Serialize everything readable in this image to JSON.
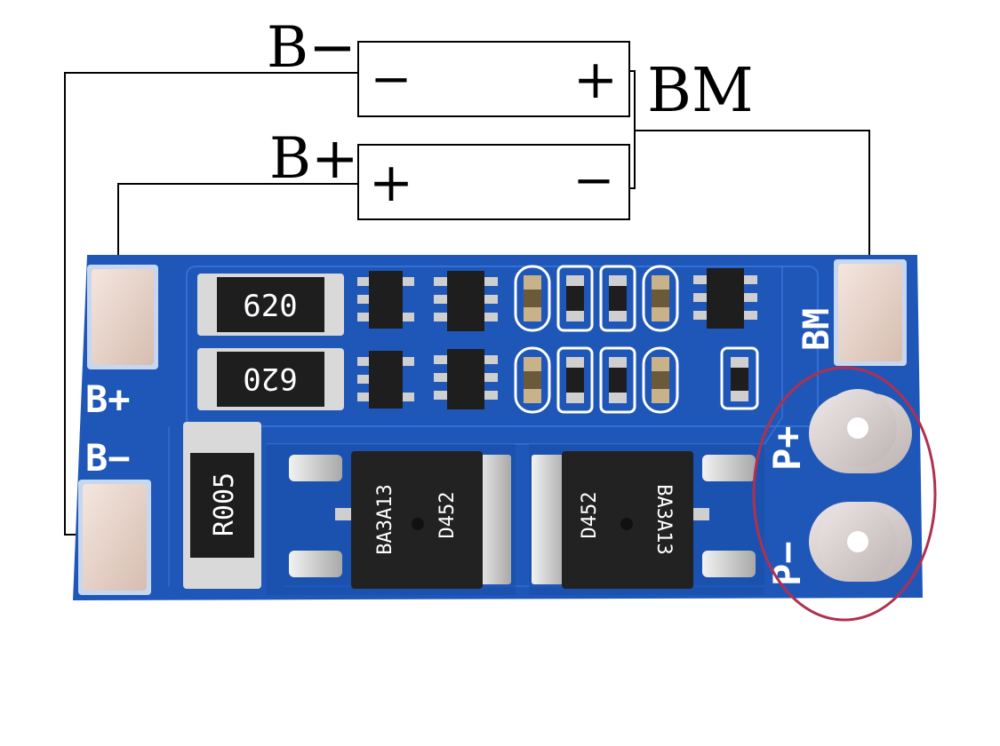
{
  "diagram": {
    "labels": {
      "b_minus": "B−",
      "b_plus": "B+",
      "bm": "BM"
    },
    "cells": [
      {
        "id": "top-cell",
        "left_sign": "−",
        "right_sign": "+"
      },
      {
        "id": "bottom-cell",
        "left_sign": "+",
        "right_sign": "−"
      }
    ]
  },
  "board": {
    "silkscreen": {
      "b_plus": "B+",
      "b_minus": "B−",
      "bm": "BM",
      "p_plus": "P+",
      "p_minus": "P−"
    },
    "resistors": {
      "r1": "620",
      "r2": "620",
      "shunt": "R005"
    },
    "mosfets": {
      "m1_line1": "D452",
      "m1_line2": "BA3A13",
      "m2_line1": "D452",
      "m2_line2": "BA3A13"
    }
  },
  "colors": {
    "pcb": "#1f57b8",
    "pcb_dark": "#173f8c",
    "trace": "#2d6fd6",
    "pad": "#e9d6cc",
    "wire": "#000000",
    "highlight_circle": "#b0304f"
  }
}
